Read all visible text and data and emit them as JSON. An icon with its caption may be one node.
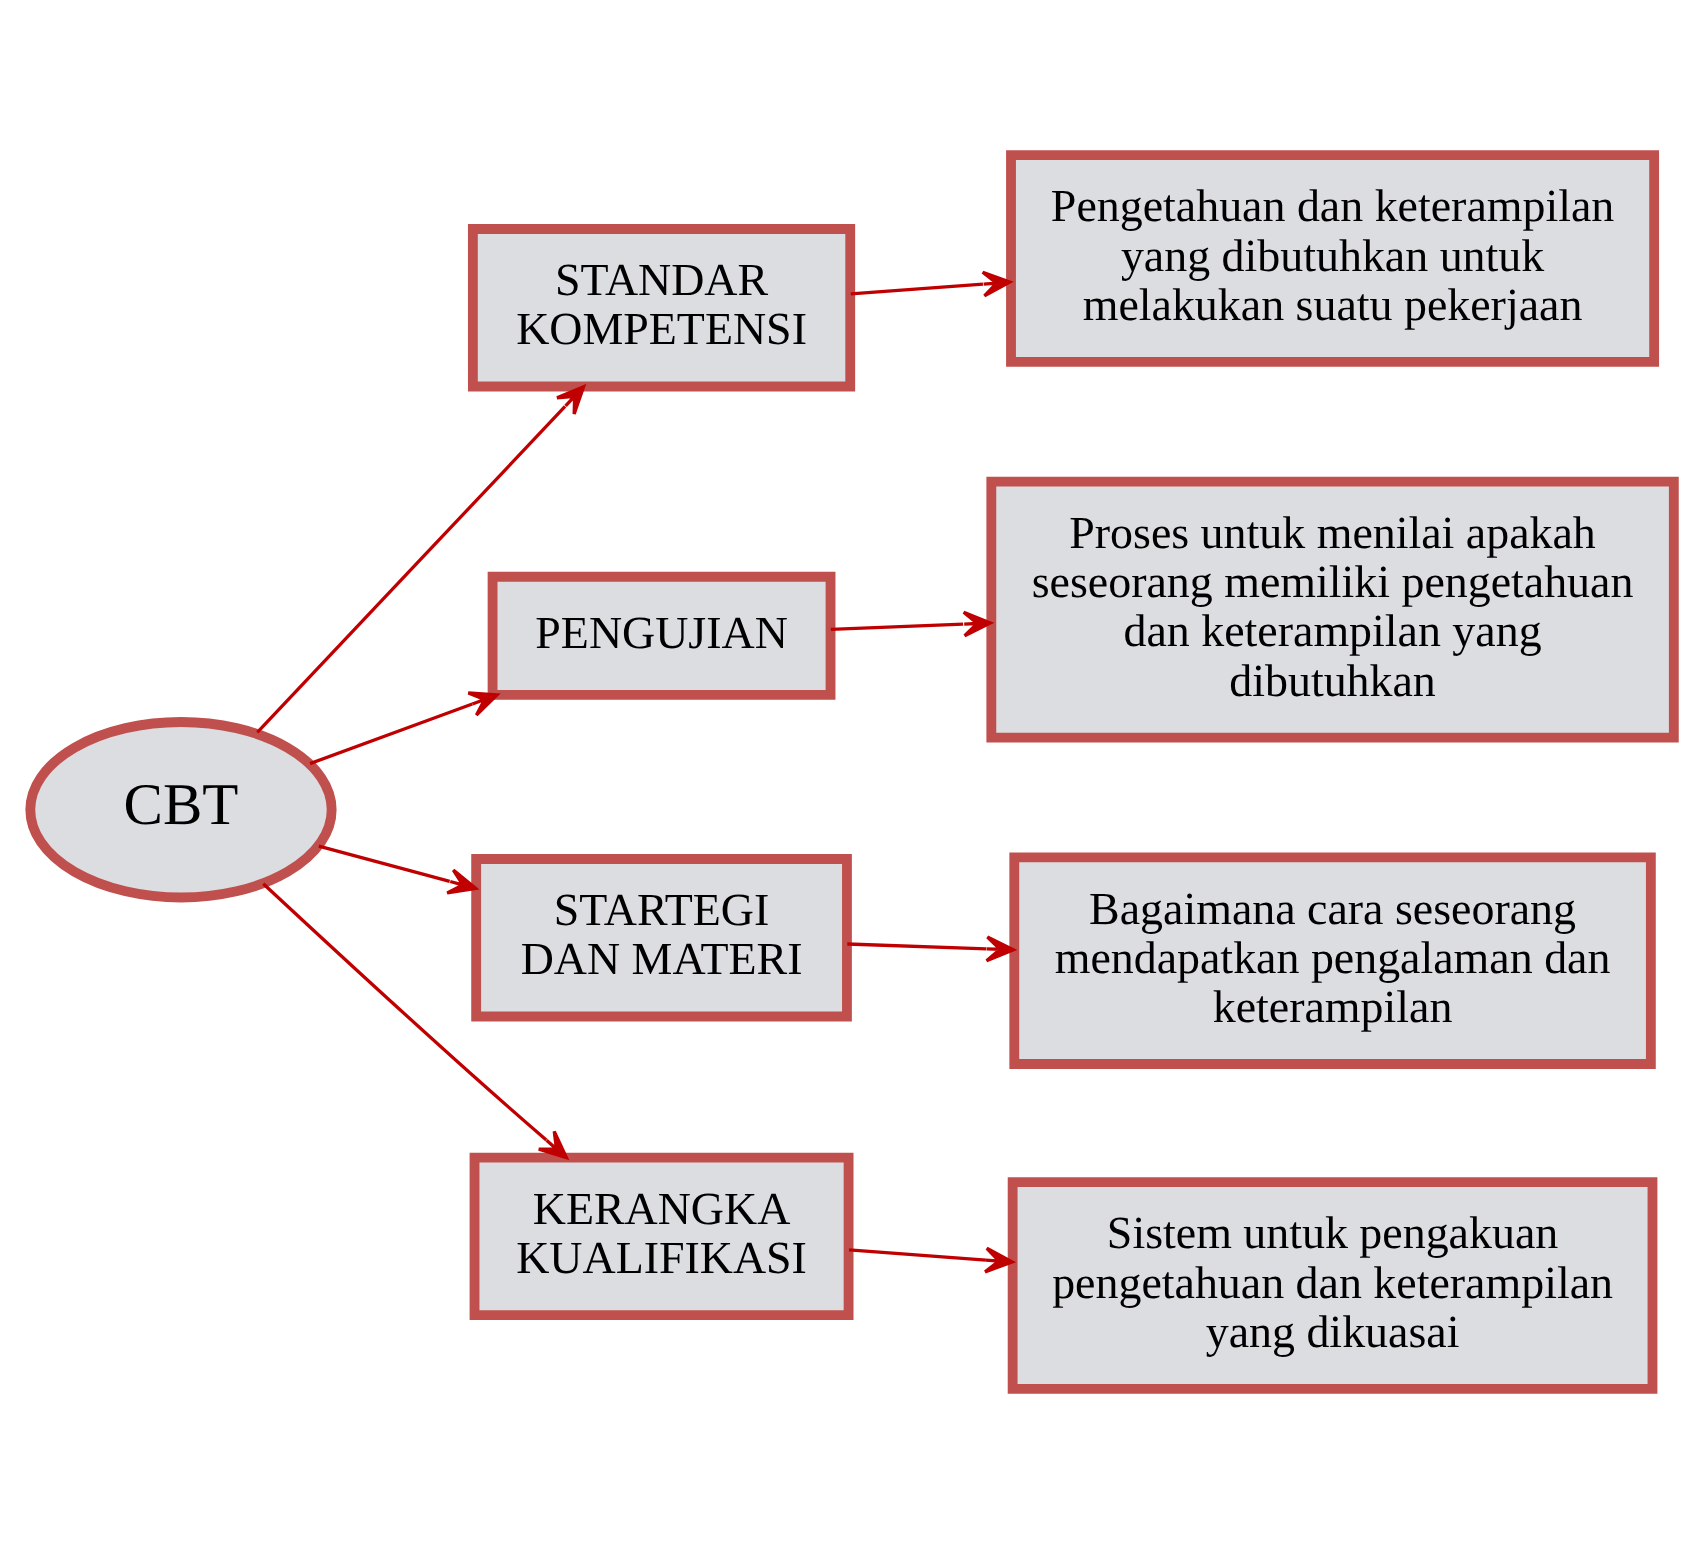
{
  "diagram": {
    "nodes": [
      {
        "text": [
          "CBT"
        ]
      },
      {
        "text": [
          "STANDAR KOMPETENSI"
        ]
      },
      {
        "text": [
          "Pengetahuan dan keterampilan yang dibutuhkan untuk melakukan suatu pekerjaan"
        ]
      },
      {
        "text": [
          "PENGUJIAN"
        ]
      },
      {
        "text": [
          "Proses untuk menilai apakah seseorang memiliki pengetahuan dan keterampilan yang dibutuhkan"
        ]
      },
      {
        "text": [
          "STARTEGI DAN MATERI"
        ]
      },
      {
        "text": [
          "Bagaimana cara seseorang mendapatkan pengalaman dan keterampilan"
        ]
      },
      {
        "text": [
          "KERANGKA KUALIFIKASI"
        ]
      },
      {
        "text": [
          "Sistem untuk pengakuan pengetahuan dan keterampilan yang dikuasai"
        ]
      }
    ],
    "edges": [
      {
        "from": 0,
        "to": 1,
        "arrow": "to"
      },
      {
        "from": 1,
        "to": 2,
        "arrow": "to"
      },
      {
        "from": 0,
        "to": 3,
        "arrow": "to"
      },
      {
        "from": 3,
        "to": 4,
        "arrow": "to"
      },
      {
        "from": 0,
        "to": 5,
        "arrow": "to"
      },
      {
        "from": 5,
        "to": 6,
        "arrow": "to"
      },
      {
        "from": 0,
        "to": 7,
        "arrow": "to"
      },
      {
        "from": 7,
        "to": 8,
        "arrow": "to"
      }
    ]
  }
}
